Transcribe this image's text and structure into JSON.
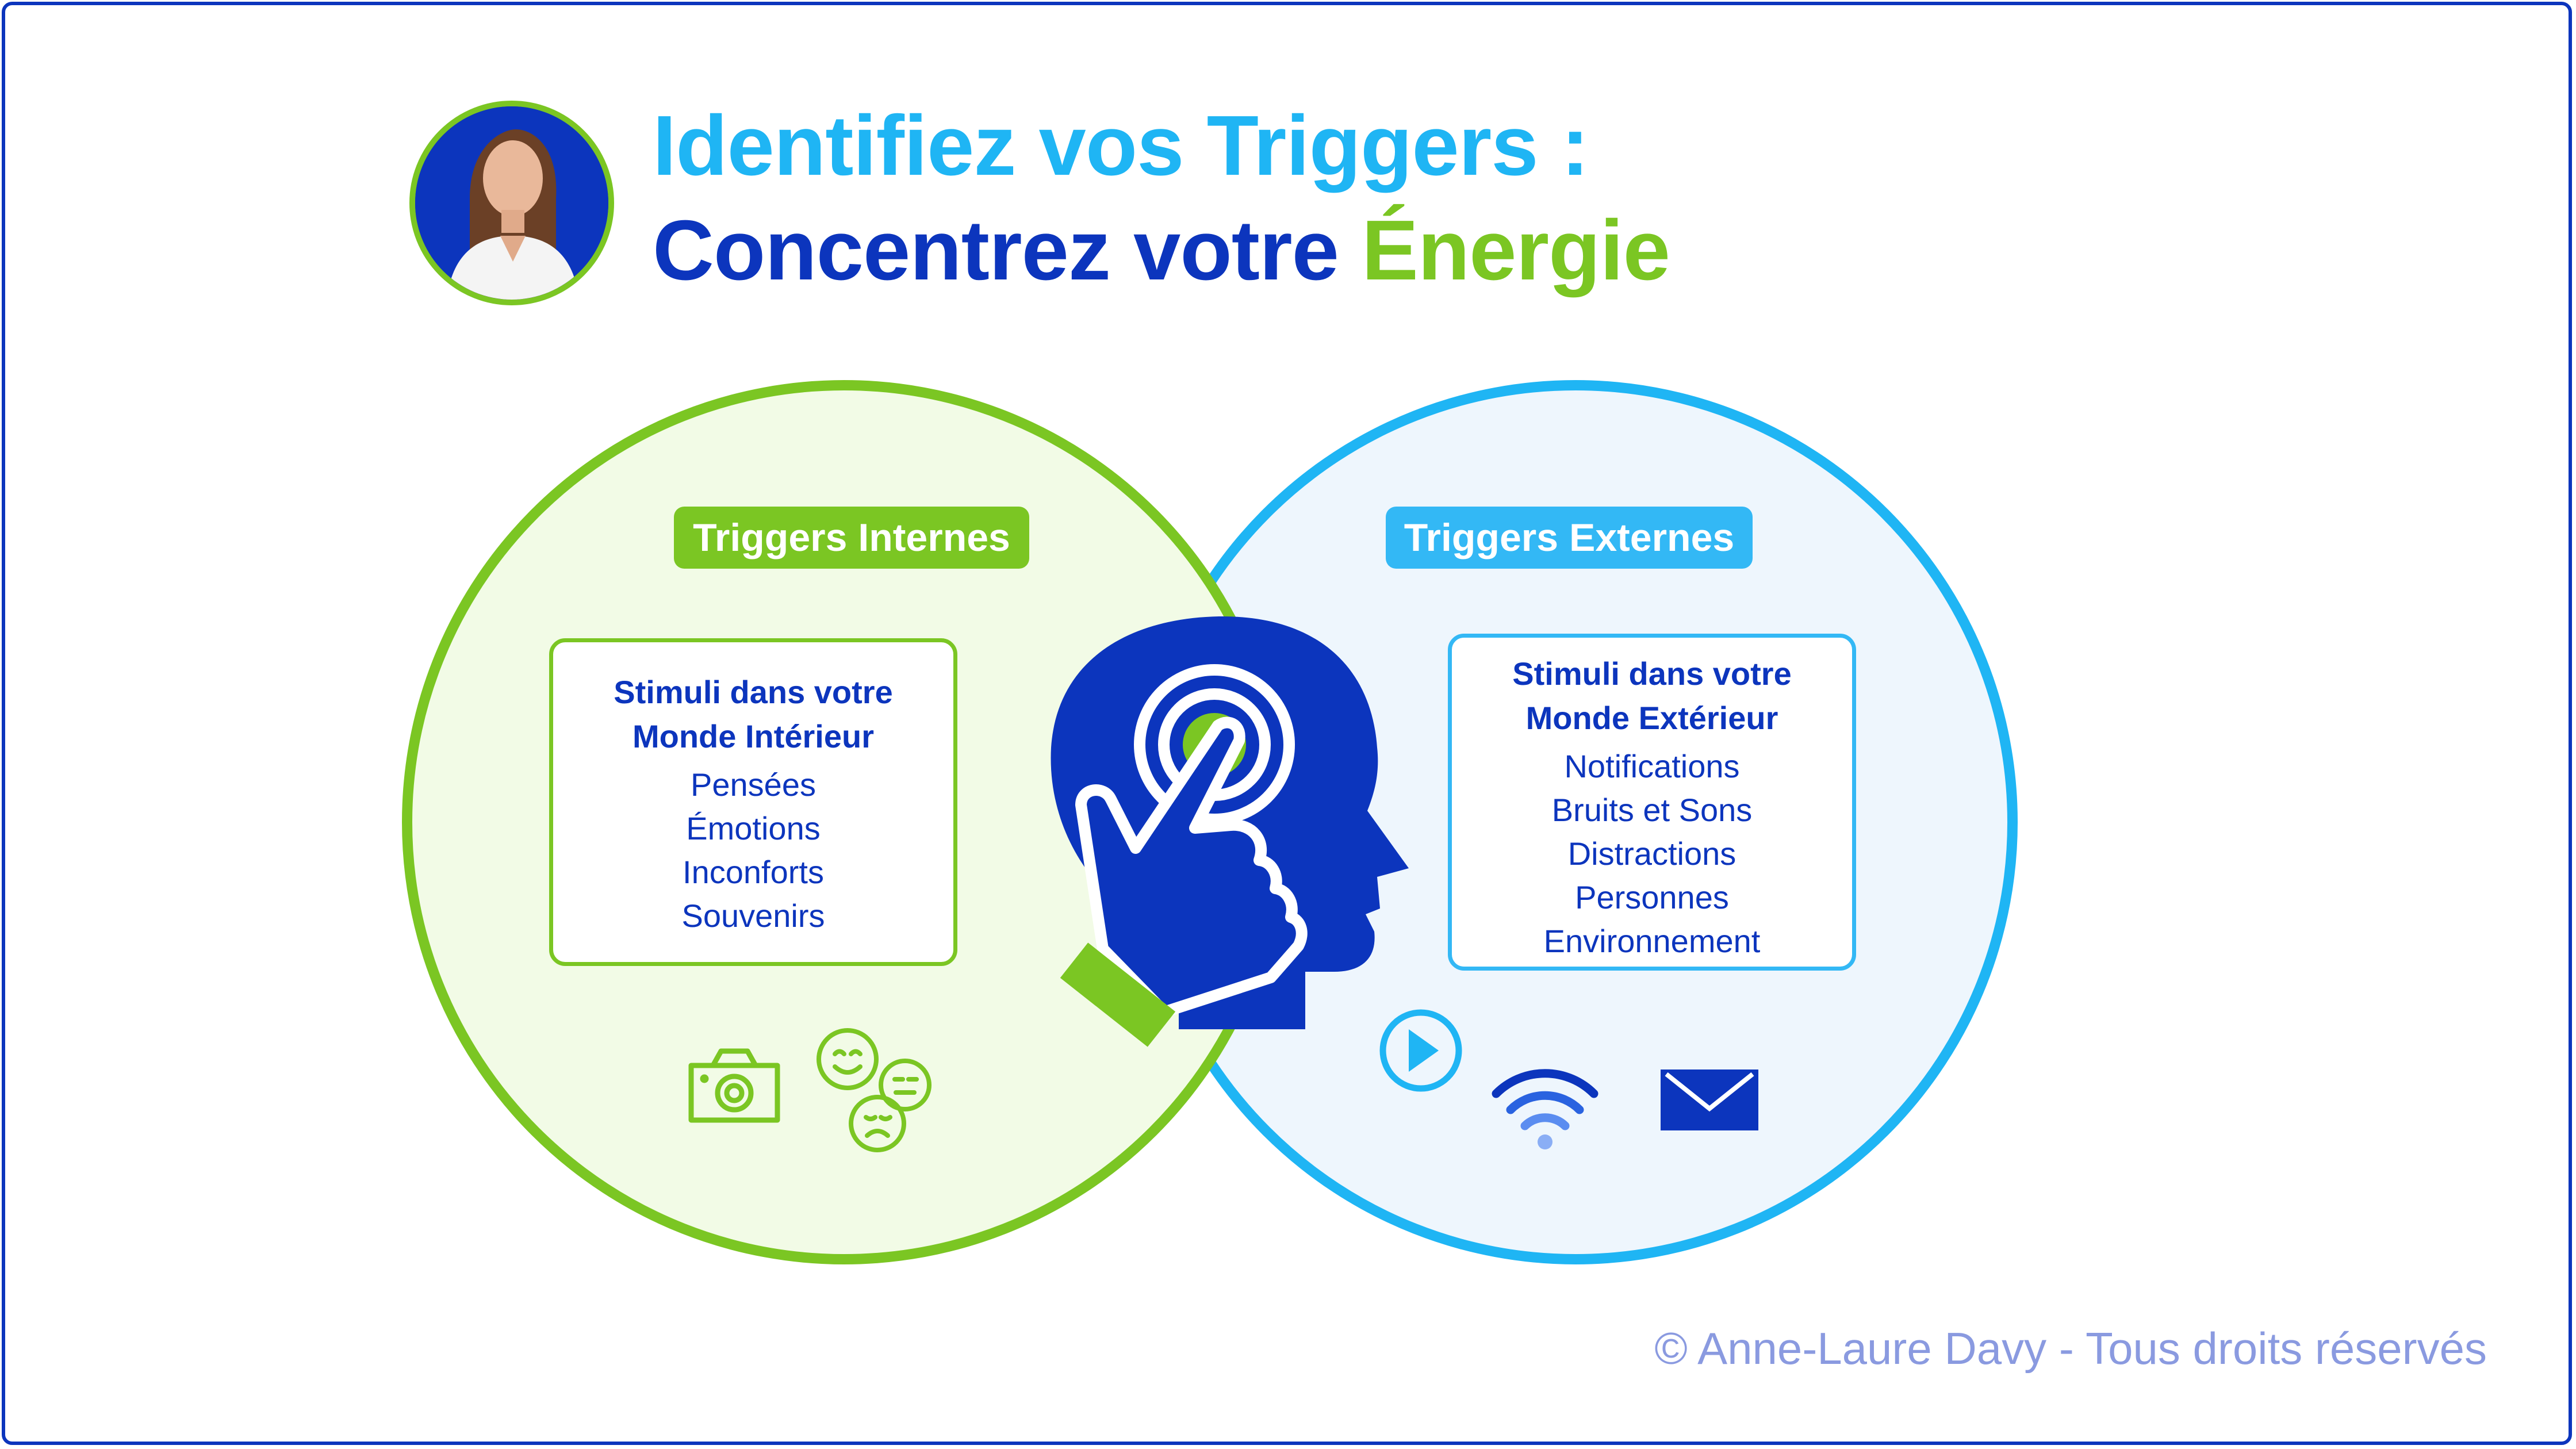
{
  "title": {
    "line1": "Identifiez vos Triggers :",
    "line2_main": "Concentrez votre ",
    "line2_accent": "Énergie"
  },
  "internal": {
    "label": "Triggers Internes",
    "heading_line1": "Stimuli dans votre",
    "heading_line2": "Monde Intérieur",
    "items": [
      "Pensées",
      "Émotions",
      "Inconforts",
      "Souvenirs"
    ]
  },
  "external": {
    "label": "Triggers Externes",
    "heading_line1": "Stimuli dans votre",
    "heading_line2": "Monde Extérieur",
    "items": [
      "Notifications",
      "Bruits et Sons",
      "Distractions",
      "Personnes",
      "Environnement"
    ]
  },
  "icons": {
    "center": "head-touch-icon",
    "internal": [
      "camera-icon",
      "emotions-faces-icon"
    ],
    "external": [
      "play-icon",
      "wifi-icon",
      "mail-icon"
    ]
  },
  "colors": {
    "dark_blue": "#0c35bd",
    "light_blue": "#1fb5f4",
    "green": "#7bc623",
    "internal_fill": "#f2fbe6",
    "external_fill": "#eef6fd"
  },
  "footer": "© Anne-Laure Davy - Tous droits réservés"
}
